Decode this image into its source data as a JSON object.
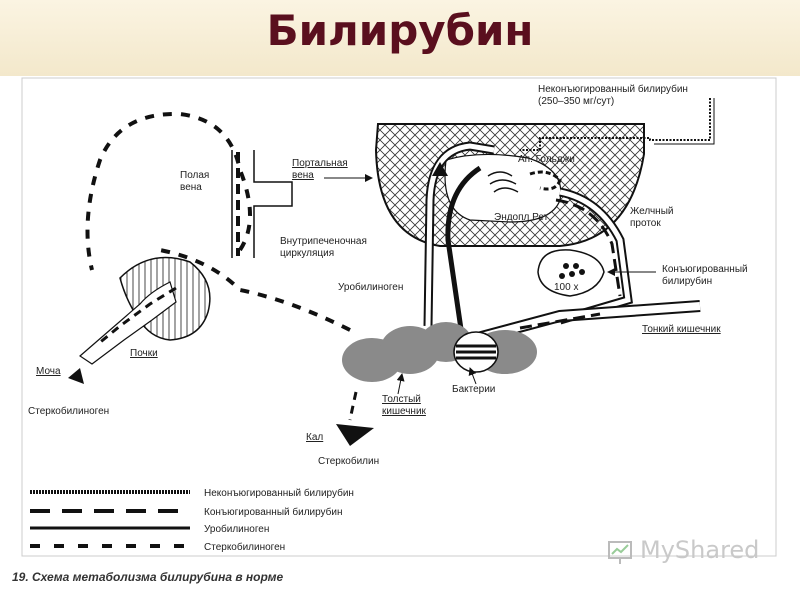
{
  "header": {
    "title": "Билирубин"
  },
  "diagram": {
    "labels": {
      "unconjugated_top": "Неконъюгированный билирубин",
      "unconjugated_rate": "(250–350 мг/сут)",
      "portal_vein": [
        "Портальная",
        "вена"
      ],
      "vena_cava": [
        "Полая",
        "вена"
      ],
      "golgi": "Ап. Гольджи",
      "endopl_ret": "Эндопл Рет",
      "bile_duct": [
        "Желчный",
        "проток"
      ],
      "intrahepatic": [
        "Внутрипеченочная",
        "циркуляция"
      ],
      "urobilinogen": "Уробилиноген",
      "conjugated": [
        "Конъюгированный",
        "билирубин"
      ],
      "gallbladder_ratio": "100 x",
      "small_intestine": "Тонкий кишечник",
      "kidneys": "Почки",
      "urine": "Моча",
      "stercobilinogen_left": "Стеркобилиноген",
      "bacteria": "Бактерии",
      "large_intestine": [
        "Толстый",
        "кишечник"
      ],
      "feces": "Кал",
      "stercobilin": "Стеркобилин"
    },
    "legend": [
      {
        "line_style": "zigzag",
        "label": "Неконъюгированный билирубин"
      },
      {
        "line_style": "long-dash",
        "label": "Конъюгированный билирубин"
      },
      {
        "line_style": "solid",
        "label": "Уробилиноген"
      },
      {
        "line_style": "short-dash",
        "label": "Стеркобилиноген"
      }
    ]
  },
  "caption": "19. Схема метаболизма билирубина в норме",
  "watermark": "MyShared"
}
